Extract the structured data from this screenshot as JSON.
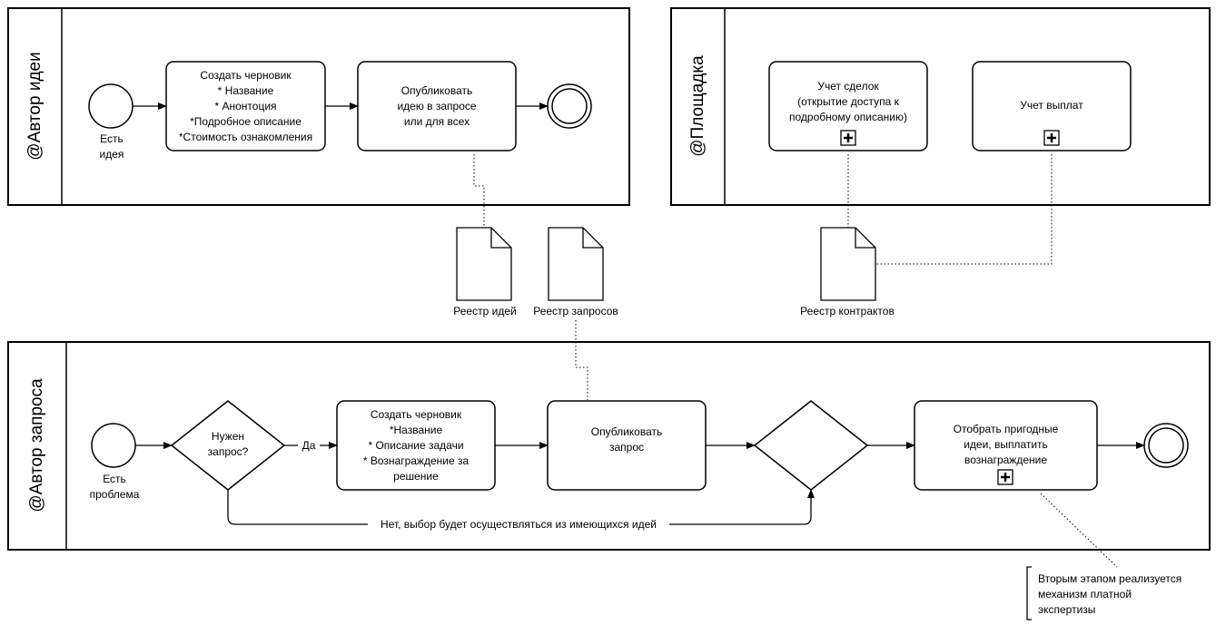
{
  "lanes": {
    "idea_author": "@Автор идеи",
    "platform": "@Площадка",
    "request_author": "@Автор запроса"
  },
  "idea_author": {
    "start_event": "Есть\nидея",
    "task_draft": "Создать черновик\n* Название\n* Анонтоция\n*Подробное описание\n*Стоимость ознакомления",
    "task_publish": "Опубликовать\nидею в запросе\nили для всех"
  },
  "platform": {
    "task_deals": "Учет сделок\n(открытие доступа к\nподробному описанию)",
    "task_payments": "Учет выплат"
  },
  "data_objects": {
    "idea_registry": "Реестр идей",
    "request_registry": "Реестр запросов",
    "contract_registry": "Реестр контрактов"
  },
  "request_author": {
    "start_event": "Есть\nпроблема",
    "gateway_question": "Нужен\nзапрос?",
    "flow_yes": "Да",
    "task_draft": "Создать черновик\n*Название\n* Описание задачи\n* Вознаграждение за\nрешение",
    "task_publish": "Опубликовать\nзапрос",
    "task_select": "Отобрать пригодные\nидеи, выплатить\nвознаграждение",
    "flow_no": "Нет, выбор будет осуществляться из имеющихся идей"
  },
  "annotation": "Вторым  этапом реализуется\nмеханизм платной\nэкспертизы"
}
